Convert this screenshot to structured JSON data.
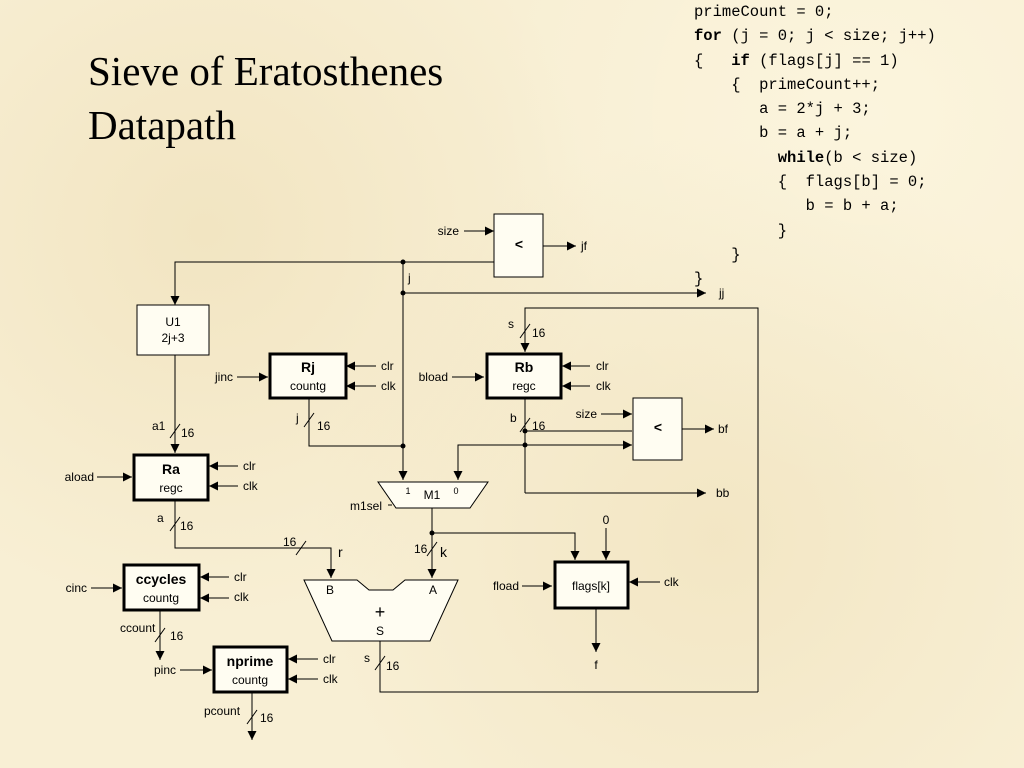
{
  "slide": {
    "title_line1": "Sieve of Eratosthenes",
    "title_line2": "Datapath"
  },
  "code": {
    "l1": "primeCount = 0;",
    "l2_kw": "for",
    "l2_rest": " (j = 0; j < size; j++)",
    "l3_pre": "{   ",
    "l3_kw": "if",
    "l3_rest": " (flags[j] == 1)",
    "l4": "    {  primeCount++;",
    "l5": "       a = 2*j + 3;",
    "l6": "       b = a + j;",
    "l7_pre": "         ",
    "l7_kw": "while",
    "l7_rest": "(b < size)",
    "l8": "         {  flags[b] = 0;",
    "l9": "            b = b + a;",
    "l10": "         }",
    "l11": "    }",
    "l12": "}"
  },
  "diagram": {
    "cmp_top": {
      "symbol": "<",
      "in": "size",
      "out": "jf"
    },
    "j_label": "j",
    "jj_label": "jj",
    "u1": {
      "name": "U1",
      "expr": "2j+3"
    },
    "rj": {
      "name": "Rj",
      "type": "countg",
      "in": "jinc",
      "clr": "clr",
      "clk": "clk",
      "out": "j",
      "width": "16"
    },
    "rb": {
      "name": "Rb",
      "type": "regc",
      "in": "bload",
      "clr": "clr",
      "clk": "clk",
      "in_label": "s",
      "in_width": "16",
      "out": "b",
      "out_width": "16"
    },
    "cmp_b": {
      "symbol": "<",
      "in": "size",
      "out": "bf"
    },
    "bb_label": "bb",
    "ra": {
      "name": "Ra",
      "type": "regc",
      "in": "aload",
      "clr": "clr",
      "clk": "clk",
      "in_label": "a1",
      "in_width": "16",
      "out": "a",
      "out_width": "16"
    },
    "mux": {
      "name": "M1",
      "sel": "m1sel",
      "in1": "1",
      "in0": "0"
    },
    "adder": {
      "op": "+",
      "inB": "B",
      "inA": "A",
      "out": "S",
      "r_label": "r",
      "r_width": "16",
      "k_label": "k",
      "k_width": "16",
      "s_label": "s",
      "s_width": "16"
    },
    "flags": {
      "name": "flags[k]",
      "in": "fload",
      "clk": "clk",
      "zero": "0",
      "out": "f"
    },
    "ccycles": {
      "name": "ccycles",
      "type": "countg",
      "in": "cinc",
      "clr": "clr",
      "clk": "clk",
      "out": "ccount",
      "width": "16"
    },
    "nprime": {
      "name": "nprime",
      "type": "countg",
      "in": "pinc",
      "clr": "clr",
      "clk": "clk",
      "out": "pcount",
      "width": "16"
    }
  }
}
